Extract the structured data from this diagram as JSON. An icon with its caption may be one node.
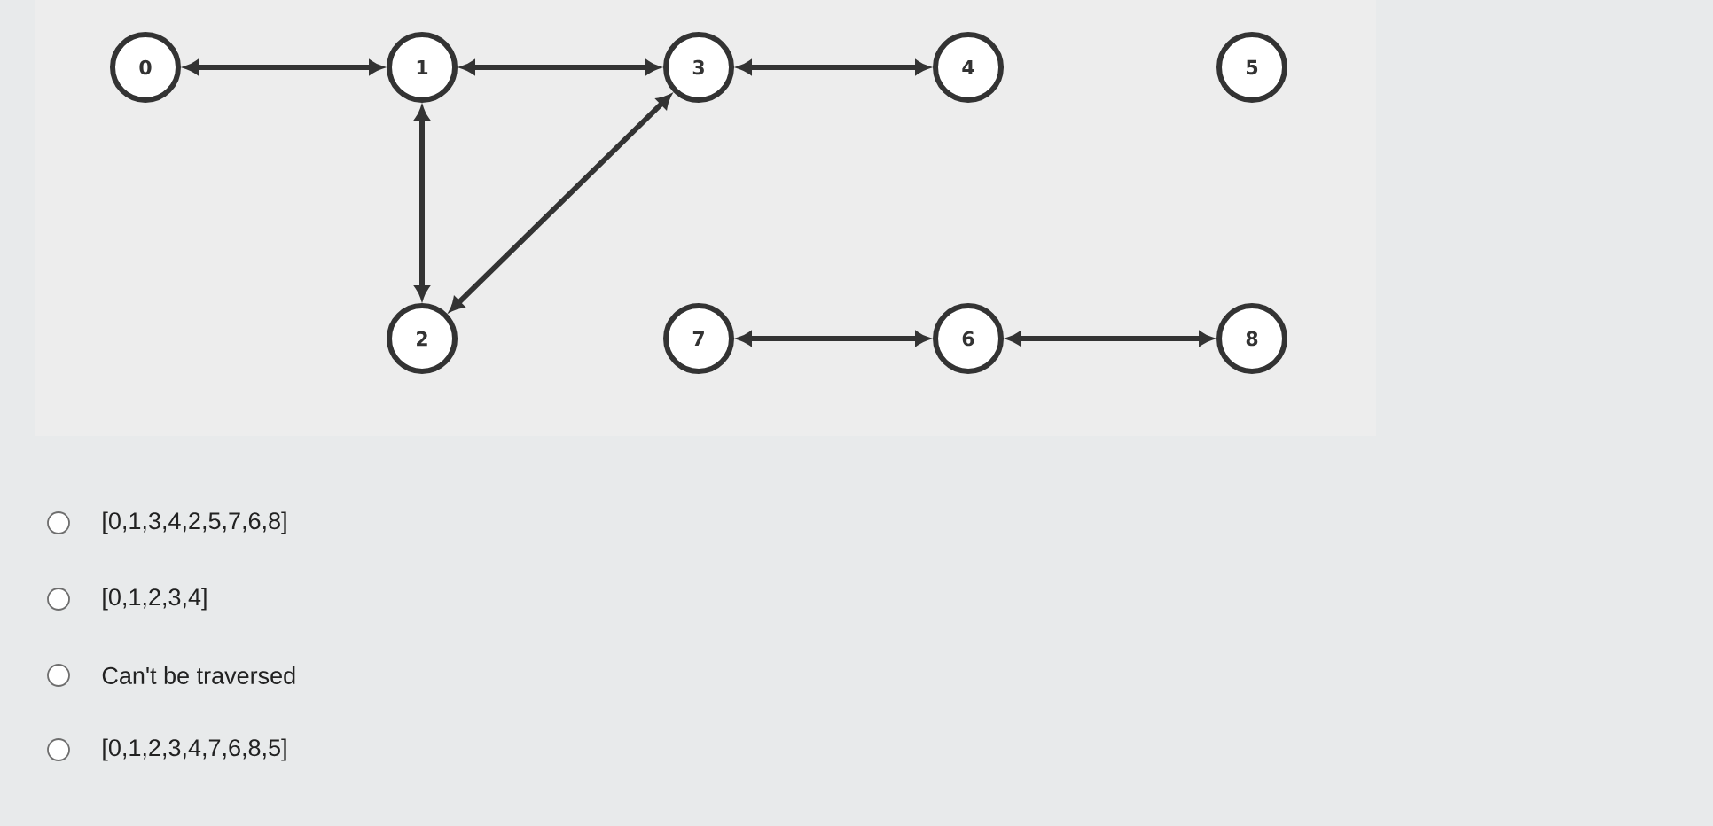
{
  "diagram": {
    "nodes": [
      {
        "text": [
          "0"
        ]
      },
      {
        "text": [
          "1"
        ]
      },
      {
        "text": [
          "2"
        ]
      },
      {
        "text": [
          "3"
        ]
      },
      {
        "text": [
          "4"
        ]
      },
      {
        "text": [
          "5"
        ]
      },
      {
        "text": [
          "6"
        ]
      },
      {
        "text": [
          "7"
        ]
      },
      {
        "text": [
          "8"
        ]
      }
    ],
    "edges": [
      {
        "from": 0,
        "to": 1,
        "arrow": "both"
      },
      {
        "from": 1,
        "to": 3,
        "arrow": "both"
      },
      {
        "from": 3,
        "to": 4,
        "arrow": "both"
      },
      {
        "from": 1,
        "to": 2,
        "arrow": "both"
      },
      {
        "from": 3,
        "to": 2,
        "arrow": "both"
      },
      {
        "from": 7,
        "to": 6,
        "arrow": "both"
      },
      {
        "from": 6,
        "to": 8,
        "arrow": "both"
      }
    ],
    "labels": [
      "[0,1,3,4,2,5,7,6,8]",
      "[0,1,2,3,4]",
      "Can't be traversed",
      "[0,1,2,3,4,7,6,8,5]"
    ]
  }
}
